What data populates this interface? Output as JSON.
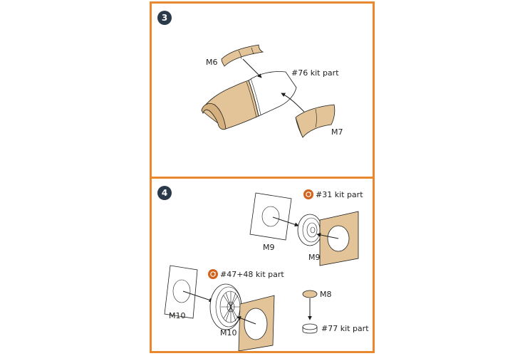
{
  "steps": {
    "step3": {
      "number": "3",
      "labels": {
        "m6": "M6",
        "kit76": "#76 kit part",
        "m7": "M7"
      }
    },
    "step4": {
      "number": "4",
      "labels": {
        "kit31": "#31 kit part",
        "m9_template": "M9",
        "m9_mask": "M9",
        "kit4748": "#47+48 kit part",
        "m10_template": "M10",
        "m10_mask": "M10",
        "m8": "M8",
        "kit77": "#77 kit part"
      }
    }
  },
  "icons": {
    "kit_part_marker": "target-circle-icon"
  },
  "colors": {
    "frame": "#e8892f",
    "badge": "#2b3a4a",
    "mask_paper": "#e2c498",
    "icon_accent": "#d0641e"
  }
}
